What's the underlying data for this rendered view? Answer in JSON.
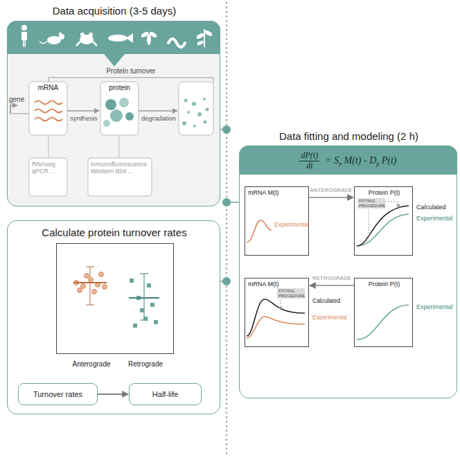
{
  "diagram": {
    "nodes": [
      {
        "text": [
          "Data acquisition (3-5 days)"
        ]
      },
      {
        "text": [
          "Data fitting and modeling (2 h)"
        ]
      },
      {
        "text": [
          "mRNA M(t)",
          "Experimental"
        ],
        "in": 1
      },
      {
        "text": [
          "Protein P(t)",
          "FITTING PROCEDURE",
          "Calculated",
          "Experimental"
        ],
        "in": 1
      },
      {
        "text": [
          "mRNA M(t)",
          "FITTING PROCEDURE",
          "Calculated",
          "Experimental"
        ],
        "in": 1
      },
      {
        "text": [
          "Protein P(t)",
          "Experimental"
        ],
        "in": 1
      },
      {
        "text": [
          "Calculate protein turnover rates"
        ]
      },
      {
        "text": [
          "Anterograde",
          "Retrograde"
        ],
        "in": 6
      },
      {
        "text": [
          "Turnover rates"
        ],
        "in": 6
      },
      {
        "text": [
          "Half-life"
        ],
        "in": 6
      }
    ],
    "edges": [
      {
        "from": 2,
        "to": 3,
        "label": "ANTEROGRADE",
        "arrow": "to"
      },
      {
        "from": 5,
        "to": 4,
        "label": "RETROGRADE",
        "arrow": "to"
      },
      {
        "from": 8,
        "to": 9,
        "arrow": "to"
      }
    ],
    "labels": [
      "Protein turnover",
      "gene",
      "mRNA",
      "protein",
      "synthesis",
      "degradation",
      "RNAseq qPCR ...",
      "Inmunofluorescence Western Blot ...",
      "dP(t)",
      "dt",
      "= S",
      "p",
      "M(t) - D",
      "p",
      "P(t)"
    ]
  }
}
